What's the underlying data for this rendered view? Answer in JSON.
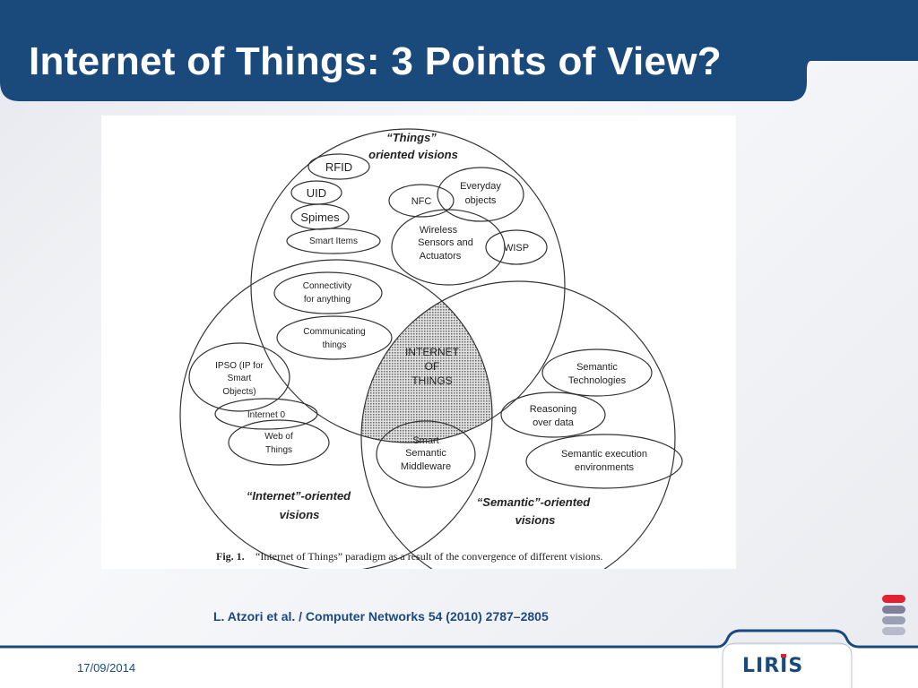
{
  "slide": {
    "title": "Internet of Things: 3 Points of View?",
    "citation": "L. Atzori et al. / Computer Networks 54 (2010) 2787–2805",
    "date": "17/09/2014",
    "logo_text": "LIRIS",
    "colors": {
      "header": "#1a4a7c",
      "text_blue": "#1a4a82",
      "accent_red": "#e32030",
      "bar_grey": "#8a90a8"
    }
  },
  "diagram": {
    "circles": {
      "things_label_1": "“Things”",
      "things_label_2": "oriented visions",
      "internet_label_1": "“Internet”-oriented",
      "internet_label_2": "visions",
      "semantic_label_1": "“Semantic”-oriented",
      "semantic_label_2": "visions"
    },
    "center": {
      "line1": "INTERNET",
      "line2": "OF",
      "line3": "THINGS"
    },
    "nodes": {
      "rfid": "RFID",
      "uid": "UID",
      "spimes": "Spimes",
      "smart_items": "Smart Items",
      "nfc": "NFC",
      "everyday_1": "Everyday",
      "everyday_2": "objects",
      "wireless_1": "Wireless",
      "wireless_2": "Sensors and",
      "wireless_3": "Actuators",
      "wisp": "WISP",
      "connectivity_1": "Connectivity",
      "connectivity_2": "for anything",
      "communicating_1": "Communicating",
      "communicating_2": "things",
      "ipso_1": "IPSO (IP for",
      "ipso_2": "Smart",
      "ipso_3": "Objects)",
      "internet0": "Internet 0",
      "web_1": "Web of",
      "web_2": "Things",
      "semtech_1": "Semantic",
      "semtech_2": "Technologies",
      "reasoning_1": "Reasoning",
      "reasoning_2": "over data",
      "semexec_1": "Semantic execution",
      "semexec_2": "environments",
      "middleware_1": "Smart",
      "middleware_2": "Semantic",
      "middleware_3": "Middleware"
    },
    "caption_label": "Fig. 1.",
    "caption_text": "“Internet of Things” paradigm as a result of the convergence of different visions."
  }
}
